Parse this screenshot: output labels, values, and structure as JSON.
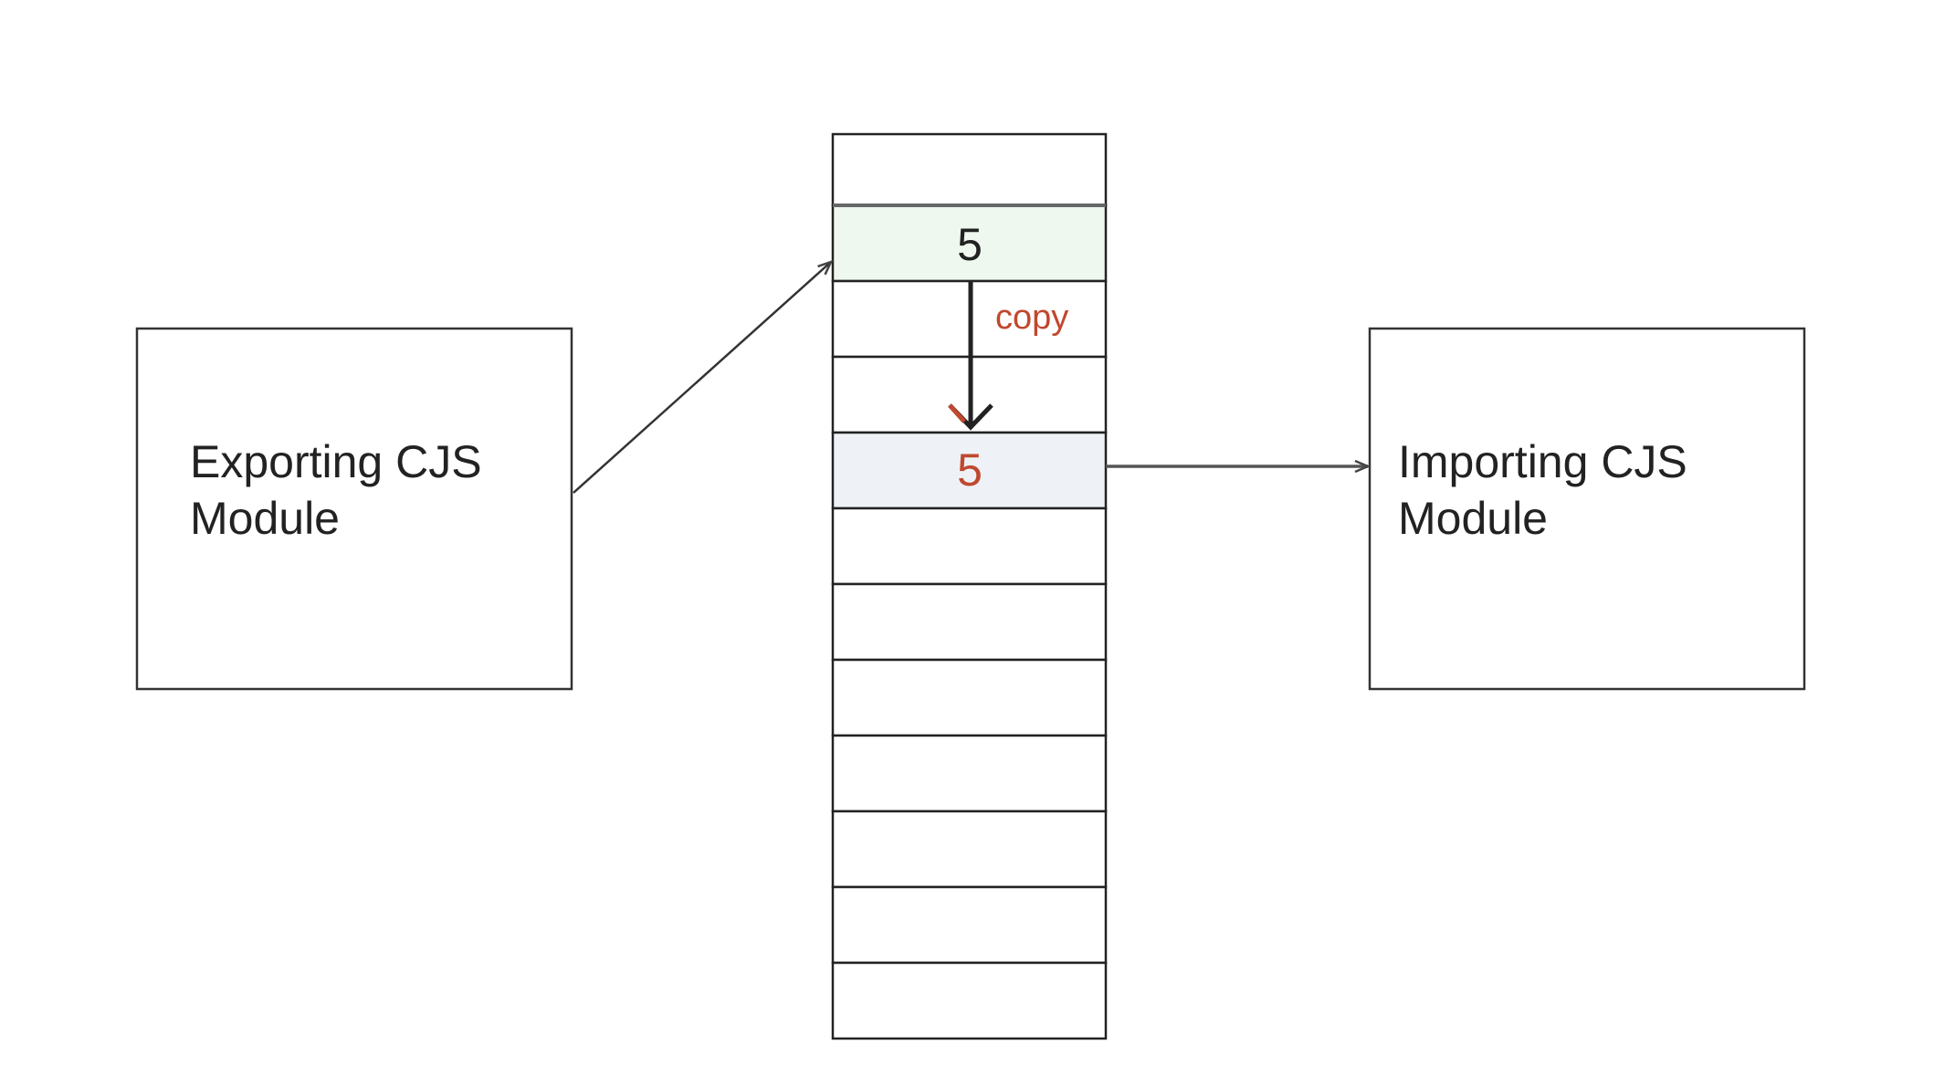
{
  "exporting_module": {
    "line1": "Exporting CJS",
    "line2": "Module"
  },
  "importing_module": {
    "line1": "Importing CJS",
    "line2": "Module"
  },
  "memory": {
    "source_value": "5",
    "copied_value": "5",
    "copy_label": "copy"
  },
  "colors": {
    "source_cell_fill": "#eef8ee",
    "copied_cell_fill": "#eef2f7",
    "copy_accent": "#c0482e",
    "copy_arrow_dark": "#222222",
    "stroke": "#222222"
  }
}
